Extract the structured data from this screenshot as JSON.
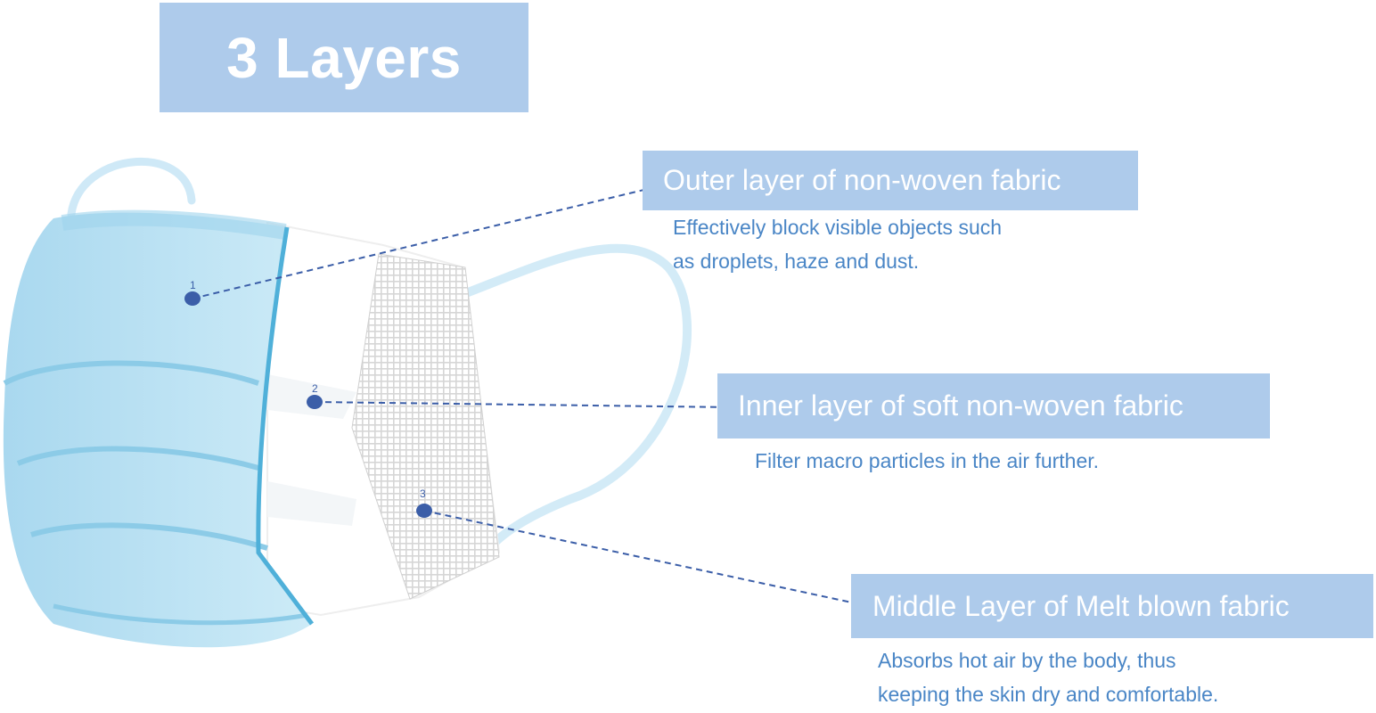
{
  "title": "3 Layers",
  "colors": {
    "label_box": "#aecbeb",
    "label_text": "#ffffff",
    "desc_text": "#4a86c6",
    "marker": "#3b5ea8",
    "leader_line": "#3b5ea8",
    "mask_blue": "#bfe2f3",
    "mask_edge": "#4fb0d9",
    "mask_white": "#ffffff",
    "mesh": "#d9d9d9"
  },
  "markers": [
    {
      "number": "1"
    },
    {
      "number": "2"
    },
    {
      "number": "3"
    }
  ],
  "layers": [
    {
      "label": "Outer layer of non-woven fabric",
      "description": [
        "Effectively block visible objects such",
        "as droplets, haze and dust."
      ]
    },
    {
      "label": "Inner layer of soft non-woven fabric",
      "description": [
        "Filter macro particles in the air further."
      ]
    },
    {
      "label": "Middle Layer of Melt blown fabric",
      "description": [
        "Absorbs hot air by the body, thus",
        "keeping the skin dry and comfortable."
      ]
    }
  ]
}
